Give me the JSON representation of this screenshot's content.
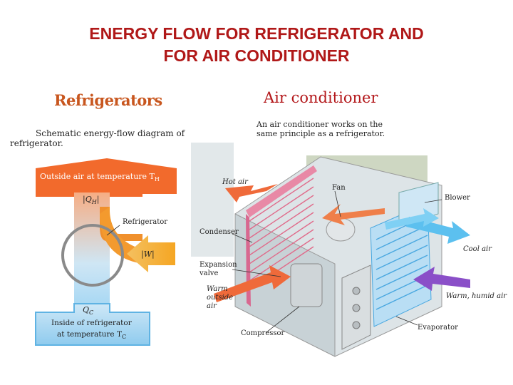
{
  "title": {
    "line1": "ENERGY FLOW FOR REFRIGERATOR AND",
    "line2": "FOR AIR CONDITIONER"
  },
  "refrigerator_panel": {
    "heading": "Refrigerators",
    "caption_line1": "Schematic energy-flow diagram of",
    "caption_line2": "refrigerator.",
    "hot_box_label": "Outside air at temperature T",
    "hot_box_subscript": "H",
    "qh_label": "|Q",
    "qh_subscript": "H",
    "refrigerator_label": "Refrigerator",
    "work_label": "|W|",
    "qc_label": "Q",
    "qc_subscript": "C",
    "cold_box_line1": "Inside of refrigerator",
    "cold_box_line2": "at temperature T",
    "cold_box_subscript": "C",
    "colors": {
      "hot": "#f26a2c",
      "cold": "#5fb3e3",
      "work": "#f39a1c",
      "cycle": "#8a8a8a"
    }
  },
  "air_conditioner_panel": {
    "heading": "Air conditioner",
    "caption_line1": "An air conditioner works on the",
    "caption_line2": "same principle as a refrigerator.",
    "labels": {
      "hot_air": "Hot air",
      "fan": "Fan",
      "blower": "Blower",
      "condenser": "Condenser",
      "cool_air": "Cool air",
      "expansion_valve_1": "Expansion",
      "expansion_valve_2": "valve",
      "warm_outside_air_1": "Warm",
      "warm_outside_air_2": "outside",
      "warm_outside_air_3": "air",
      "warm_humid_air": "Warm, humid air",
      "evaporator": "Evaporator",
      "compressor": "Compressor"
    },
    "colors": {
      "condenser": "#e06a8a",
      "evaporator": "#4aa8e0",
      "hot_arrow": "#ef6a3a",
      "cool_arrow": "#5cc0ef",
      "humid_arrow": "#8a4fc8"
    }
  }
}
